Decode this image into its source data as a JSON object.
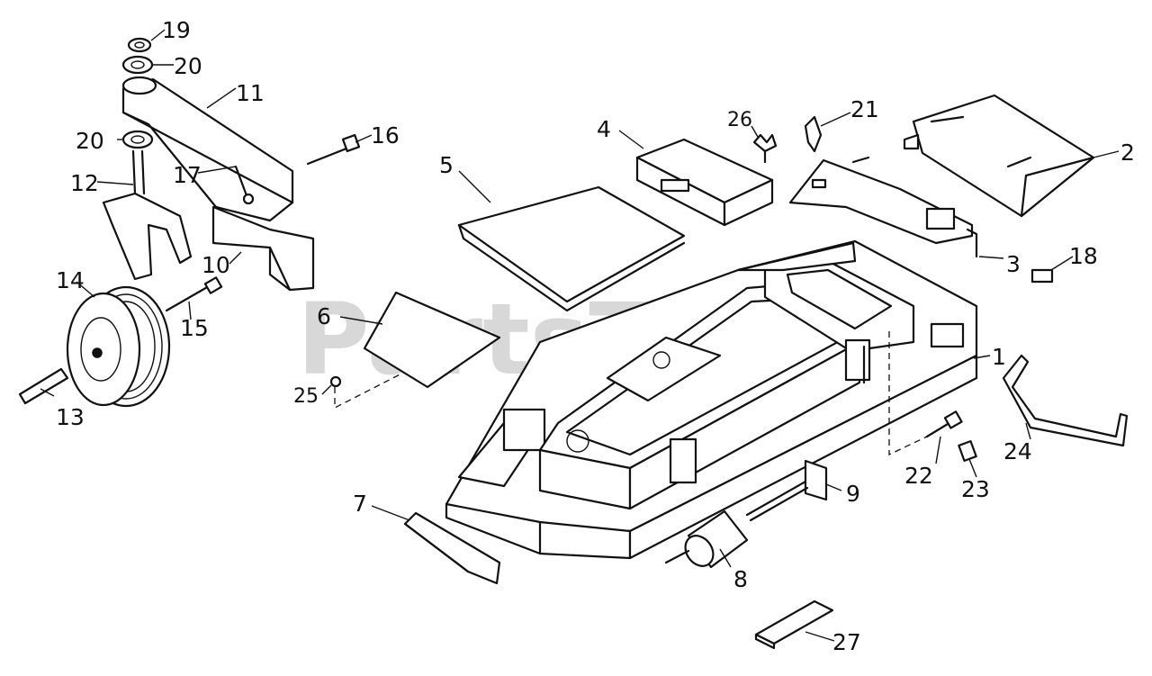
{
  "watermark": "PartsTree",
  "callouts": [
    {
      "id": "c1",
      "text": "1"
    },
    {
      "id": "c2",
      "text": "2"
    },
    {
      "id": "c3",
      "text": "3"
    },
    {
      "id": "c4",
      "text": "4"
    },
    {
      "id": "c5",
      "text": "5"
    },
    {
      "id": "c6",
      "text": "6"
    },
    {
      "id": "c7",
      "text": "7"
    },
    {
      "id": "c8",
      "text": "8"
    },
    {
      "id": "c9",
      "text": "9"
    },
    {
      "id": "c10",
      "text": "10"
    },
    {
      "id": "c11",
      "text": "11"
    },
    {
      "id": "c12",
      "text": "12"
    },
    {
      "id": "c13",
      "text": "13"
    },
    {
      "id": "c14",
      "text": "14"
    },
    {
      "id": "c15",
      "text": "15"
    },
    {
      "id": "c16",
      "text": "16"
    },
    {
      "id": "c17",
      "text": "17"
    },
    {
      "id": "c18",
      "text": "18"
    },
    {
      "id": "c19",
      "text": "19"
    },
    {
      "id": "c20a",
      "text": "20"
    },
    {
      "id": "c20b",
      "text": "20"
    },
    {
      "id": "c21",
      "text": "21"
    },
    {
      "id": "c22",
      "text": "22"
    },
    {
      "id": "c23",
      "text": "23"
    },
    {
      "id": "c24",
      "text": "24"
    },
    {
      "id": "c25",
      "text": "25"
    },
    {
      "id": "c26",
      "text": "26"
    },
    {
      "id": "c27",
      "text": "27"
    }
  ]
}
